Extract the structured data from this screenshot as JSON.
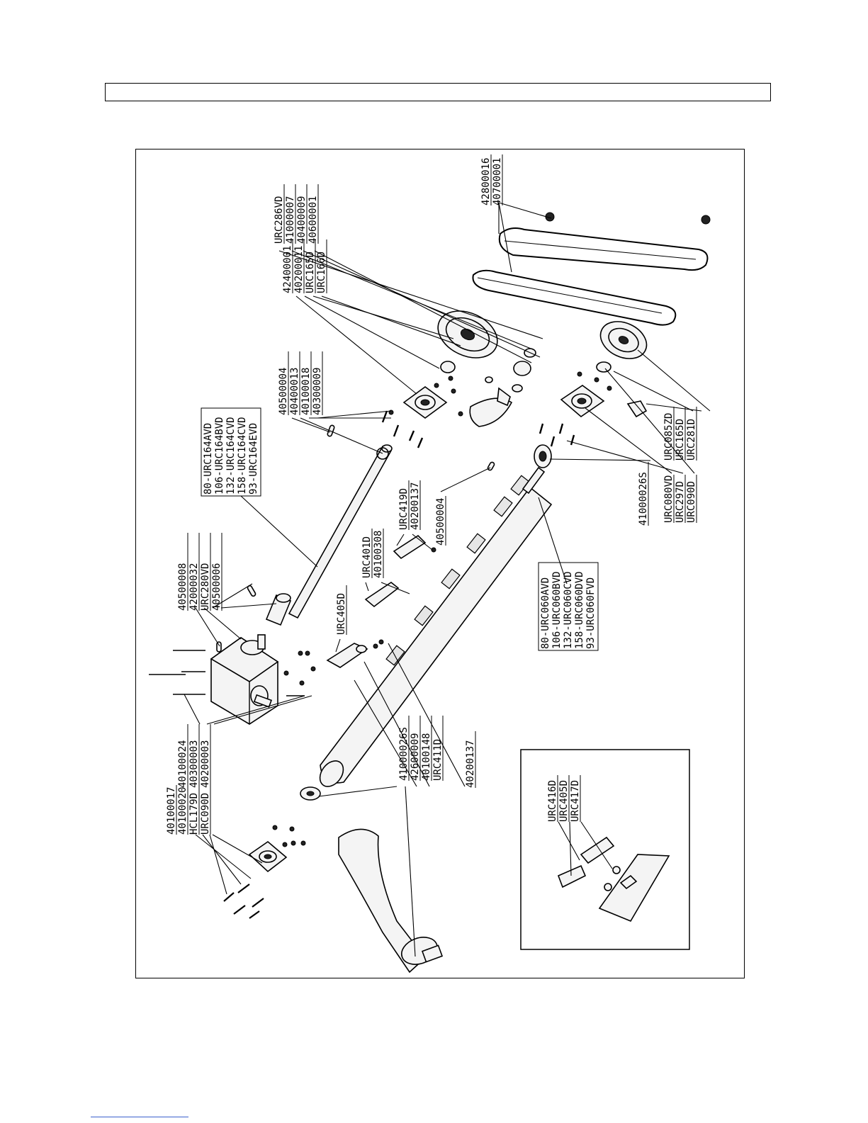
{
  "header": {
    "title": ""
  },
  "labels": {
    "g_40100017": [
      "40100017",
      "40100020",
      "HCL179D",
      "URC090D"
    ],
    "g_40100024": [
      "40100024",
      "40300003",
      "40200003"
    ],
    "g_41000026": [
      "41000026S",
      "42600009",
      "40100148",
      "URC411D"
    ],
    "g_40200137a": [
      "40200137"
    ],
    "g_40500008": [
      "40500008",
      "42000032",
      "URC280VD",
      "40500006"
    ],
    "g_urc405": [
      "URC405D"
    ],
    "g_urc401": [
      "URC401D",
      "40100308"
    ],
    "g_urc419": [
      "URC419D",
      "40200137"
    ],
    "g_40500004b": [
      "40500004"
    ],
    "g_urc164": [
      "80-URC164AVD",
      "106-URC164BVD",
      "132-URC164CVD",
      "158-URC164CVD",
      "93-URC164EVD"
    ],
    "g_40500004": [
      "40500004",
      "40400013",
      "40100018",
      "40300009"
    ],
    "g_urc060": [
      "80-URC060AVD",
      "106-URC060BVD",
      "132-URC060CVD",
      "158-URC060DVD",
      "93-URC060FVD"
    ],
    "g_42400001": [
      "42400001",
      "40200011",
      "URC165D",
      "URC166D"
    ],
    "g_41000026b": [
      "41000026S"
    ],
    "g_urc080": [
      "URC080VD",
      "URC297D",
      "URC090D"
    ],
    "g_urc286": [
      "URC286VD",
      "41000007",
      "40400009",
      "40600001"
    ],
    "g_urc085": [
      "URC085ZD",
      "URC165D",
      "URC281D"
    ],
    "g_42800016": [
      "42800016",
      "40700001"
    ],
    "g_inset": [
      "URC416D",
      "URC405D",
      "URC417D"
    ]
  }
}
